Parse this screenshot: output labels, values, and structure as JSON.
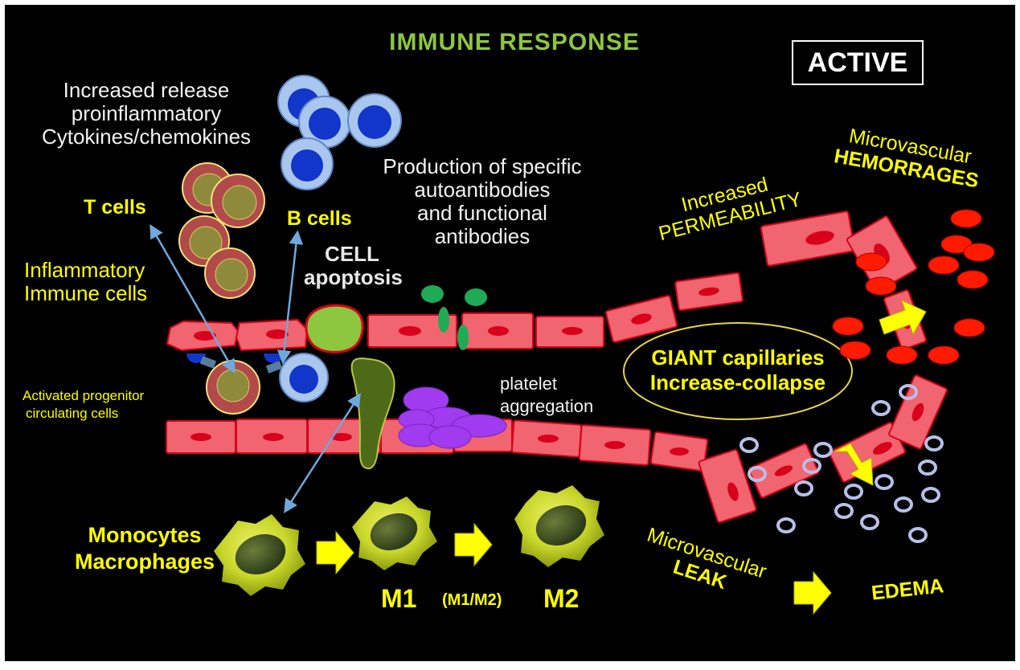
{
  "title": "IMMUNE  RESPONSE",
  "badge": "ACTIVE",
  "labels": {
    "cytokines": [
      "Increased release",
      "proinflammatory",
      "Cytokines/chemokines"
    ],
    "autoantibodies": [
      "Production of specific",
      "autoantibodies",
      "and functional",
      "antibodies"
    ],
    "t_cells": "T cells",
    "b_cells": "B cells",
    "inflammatory": [
      "Inflammatory",
      "Immune cells"
    ],
    "apoptosis": [
      "CELL",
      "apoptosis"
    ],
    "progenitor": [
      "Activated progenitor",
      "circulating cells"
    ],
    "platelet": [
      "platelet",
      "aggregation"
    ],
    "permeability": [
      "Increased",
      "PERMEABILITY"
    ],
    "hemorrhages": [
      "Microvascular",
      "HEMORRAGES"
    ],
    "giant": [
      "GIANT capillaries",
      "Increase-collapse"
    ],
    "monocytes": [
      "Monocytes",
      "Macrophages"
    ],
    "m1": "M1",
    "m1m2": "(M1/M2)",
    "m2": "M2",
    "leak": [
      "Microvascular",
      "LEAK"
    ],
    "edema": "EDEMA"
  },
  "colors": {
    "background": "#000000",
    "title_green": "#8dc63f",
    "label_yellow": "#ffff00",
    "endothelial": "#f0656f",
    "nucleus_red": "#d9001b",
    "b_cell_outer": "#a9c7ee",
    "b_cell_nucleus": "#1136c9",
    "t_cell_outer": "#b24a4a",
    "t_cell_inner": "#8f8a3b",
    "platelet": "#a13bef",
    "antibody": "#1faa55",
    "macrophage": "#c8d62a",
    "leukocyte_ring": "#b8bfe8",
    "arrow_blue": "#6fa8dc",
    "arrow_yellow": "#ffff00"
  },
  "icons": [
    "b-cell-icon",
    "t-cell-icon",
    "macrophage-icon",
    "platelet-icon",
    "antibody-icon",
    "endothelial-cell-icon",
    "red-blood-cell-icon",
    "leukocyte-icon",
    "block-arrow-icon"
  ]
}
